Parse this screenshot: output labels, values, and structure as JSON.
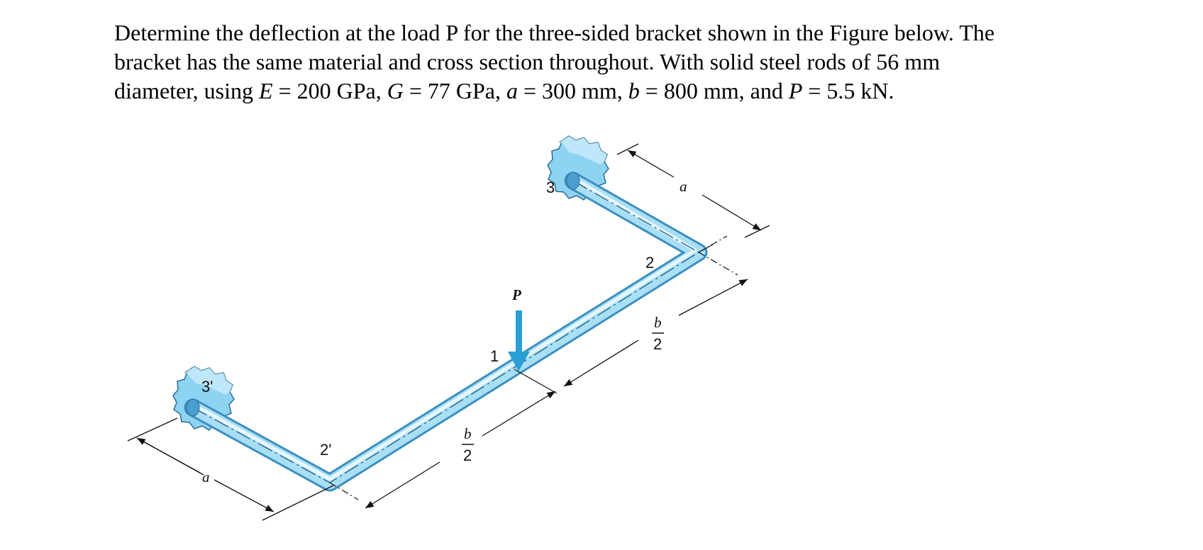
{
  "problem": {
    "line1": "Determine the deflection at the load P for the three-sided bracket shown in the Figure below. The",
    "line2": "bracket has the same material and cross section throughout. With solid steel rods of 56 mm",
    "line3_a": "diameter, using ",
    "E_sym": "E",
    "line3_b": " = 200 GPa, ",
    "G_sym": "G",
    "line3_c": " = 77 GPa, ",
    "a_sym": "a",
    "line3_d": " = 300 mm, ",
    "b_sym": "b",
    "line3_e": " =  800 mm, and ",
    "P_sym": "P",
    "line3_f": " = 5.5 kN."
  },
  "figure": {
    "load_label": "P",
    "point_1": "1",
    "point_2": "2",
    "point_2p": "2'",
    "point_3": "3",
    "point_3p": "3'",
    "dim_a": "a",
    "dim_b": "b",
    "dim_2": "2",
    "colors": {
      "rod_fill": "#a9dff5",
      "rod_edge": "#3d8fc0",
      "wall_fill": "#8fd3f3",
      "load_arrow": "#2a9fd6"
    }
  }
}
